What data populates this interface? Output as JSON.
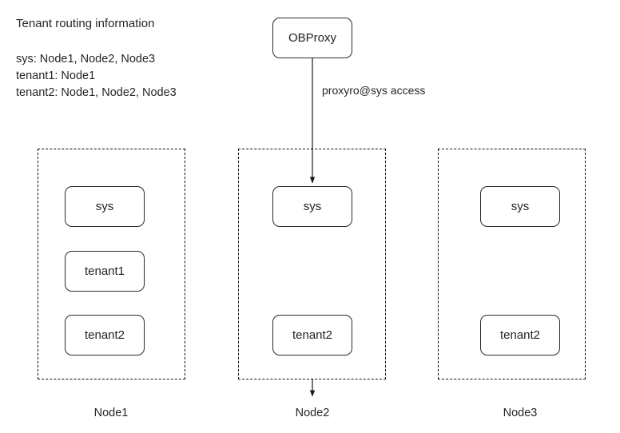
{
  "legend": {
    "title": "Tenant routing information",
    "lines": [
      "sys: Node1, Node2, Node3",
      "tenant1: Node1",
      "tenant2: Node1, Node2, Node3"
    ]
  },
  "proxy": {
    "label": "OBProxy"
  },
  "edges": {
    "proxy_to_sys_label": "proxyro@sys access"
  },
  "nodes": [
    {
      "caption": "Node1",
      "tenants": [
        {
          "label": "sys"
        },
        {
          "label": "tenant1"
        },
        {
          "label": "tenant2"
        }
      ]
    },
    {
      "caption": "Node2",
      "tenants": [
        {
          "label": "sys"
        },
        {
          "label": "tenant2"
        }
      ]
    },
    {
      "caption": "Node3",
      "tenants": [
        {
          "label": "sys"
        },
        {
          "label": "tenant2"
        }
      ]
    }
  ],
  "colors": {
    "stroke": "#2b2b2b",
    "dashed_stroke": "#111111",
    "text": "#262626",
    "background": "#ffffff"
  }
}
